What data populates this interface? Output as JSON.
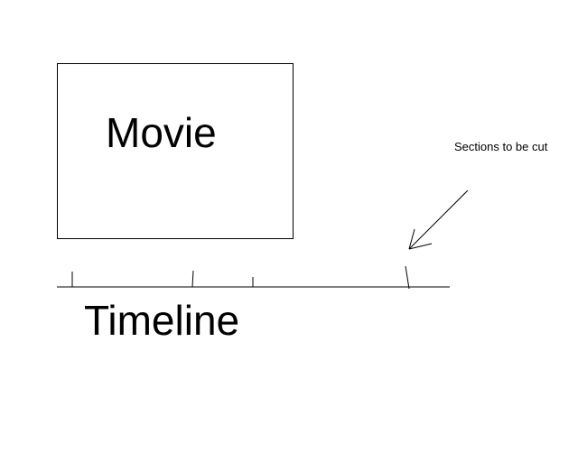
{
  "diagram": {
    "movie_label": "Movie",
    "timeline_label": "Timeline",
    "annotation_text": "Sections to be cut",
    "line_color": "#000000",
    "background_color": "#ffffff"
  }
}
